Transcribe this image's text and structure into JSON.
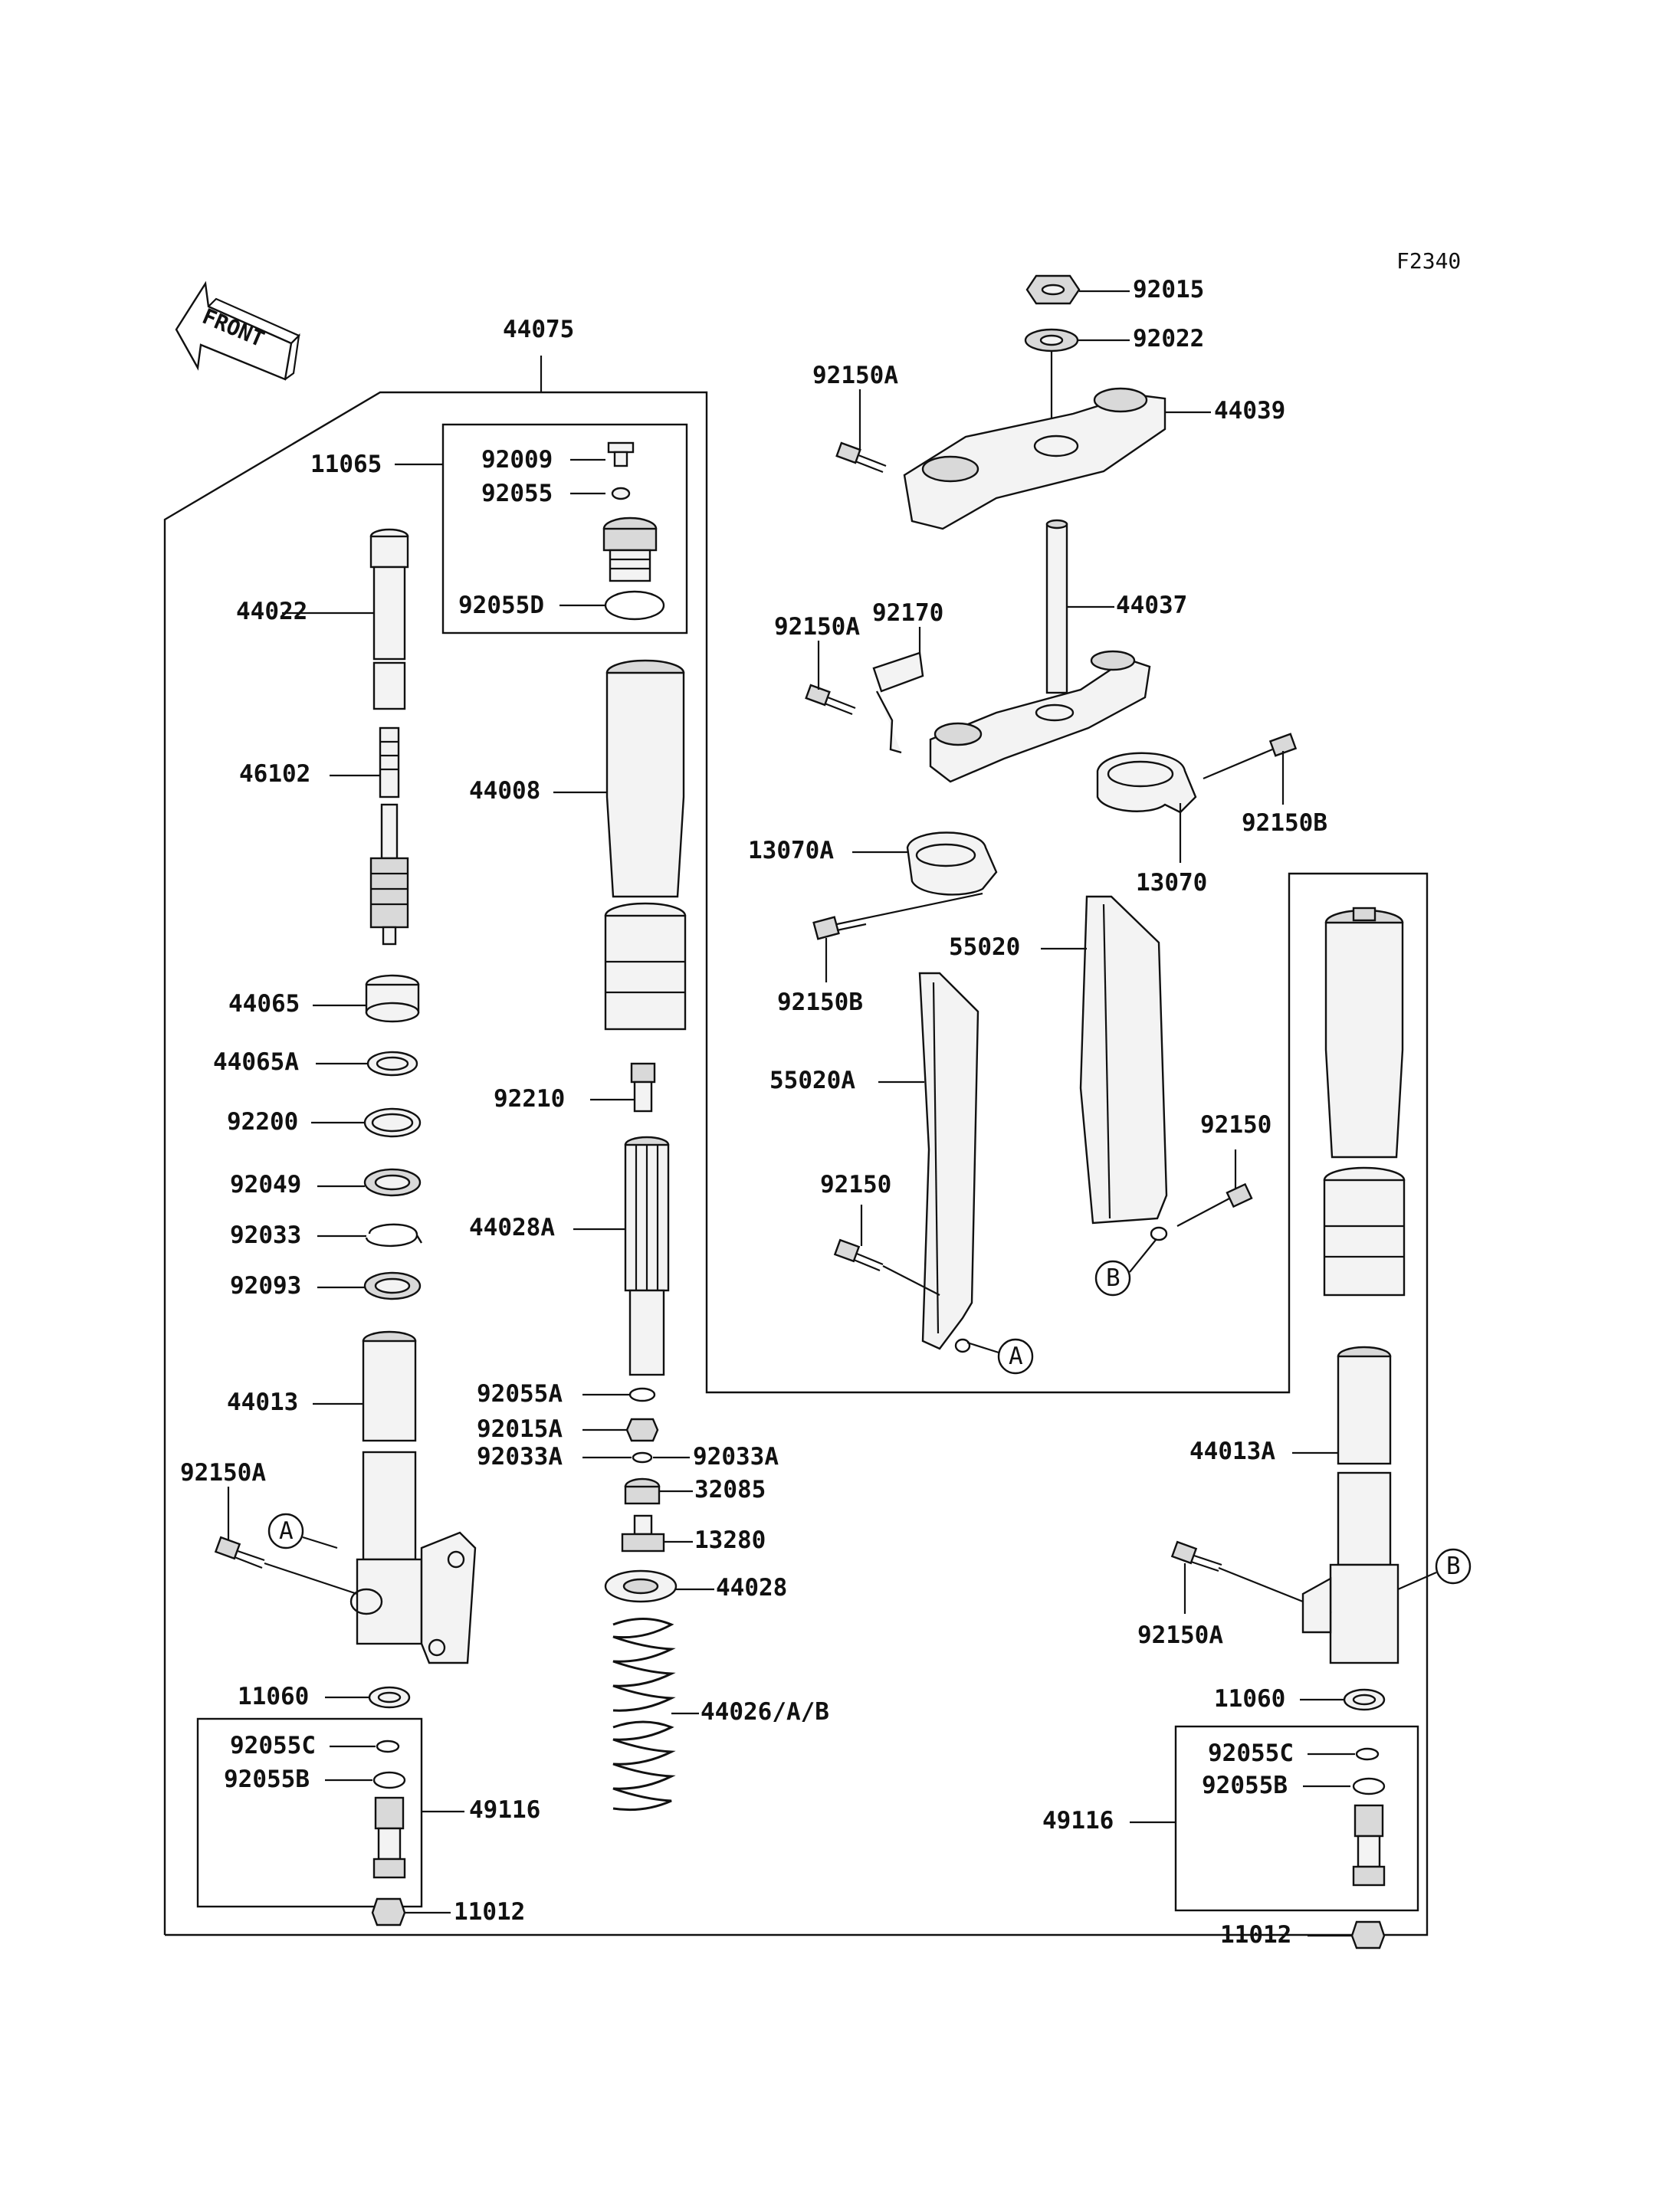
{
  "diagram_code": "F2340",
  "front_label": "FRONT",
  "callouts": {
    "c44075": "44075",
    "c11065": "11065",
    "c92009": "92009",
    "c92055": "92055",
    "c92055D": "92055D",
    "c44022": "44022",
    "c46102": "46102",
    "c44008": "44008",
    "c44065": "44065",
    "c44065A": "44065A",
    "c92200": "92200",
    "c92049": "92049",
    "c92033": "92033",
    "c92093": "92093",
    "c92210": "92210",
    "c44028A": "44028A",
    "c44013": "44013",
    "c92150A_left": "92150A",
    "c92055A": "92055A",
    "c92015A": "92015A",
    "c92033A_l": "92033A",
    "c92033A_r": "92033A",
    "c32085": "32085",
    "c13280": "13280",
    "c44028": "44028",
    "c11060_l": "11060",
    "c44026": "44026/A/B",
    "c92055C_l": "92055C",
    "c92055B_l": "92055B",
    "c49116_l": "49116",
    "c11012_l": "11012",
    "c92015": "92015",
    "c92022": "92022",
    "c92150A_top": "92150A",
    "c44039": "44039",
    "c92150A_mid": "92150A",
    "c92170": "92170",
    "c44037": "44037",
    "c92150B_r": "92150B",
    "c13070A": "13070A",
    "c13070": "13070",
    "c92150B_m": "92150B",
    "c55020": "55020",
    "c55020A": "55020A",
    "c92150_r": "92150",
    "c92150_m": "92150",
    "c44013A": "44013A",
    "c92150A_right": "92150A",
    "c11060_r": "11060",
    "c92055C_r": "92055C",
    "c92055B_r": "92055B",
    "c49116_r": "49116",
    "c11012_r": "11012"
  },
  "markers": {
    "a1": "A",
    "a2": "A",
    "b1": "B",
    "b2": "B"
  }
}
